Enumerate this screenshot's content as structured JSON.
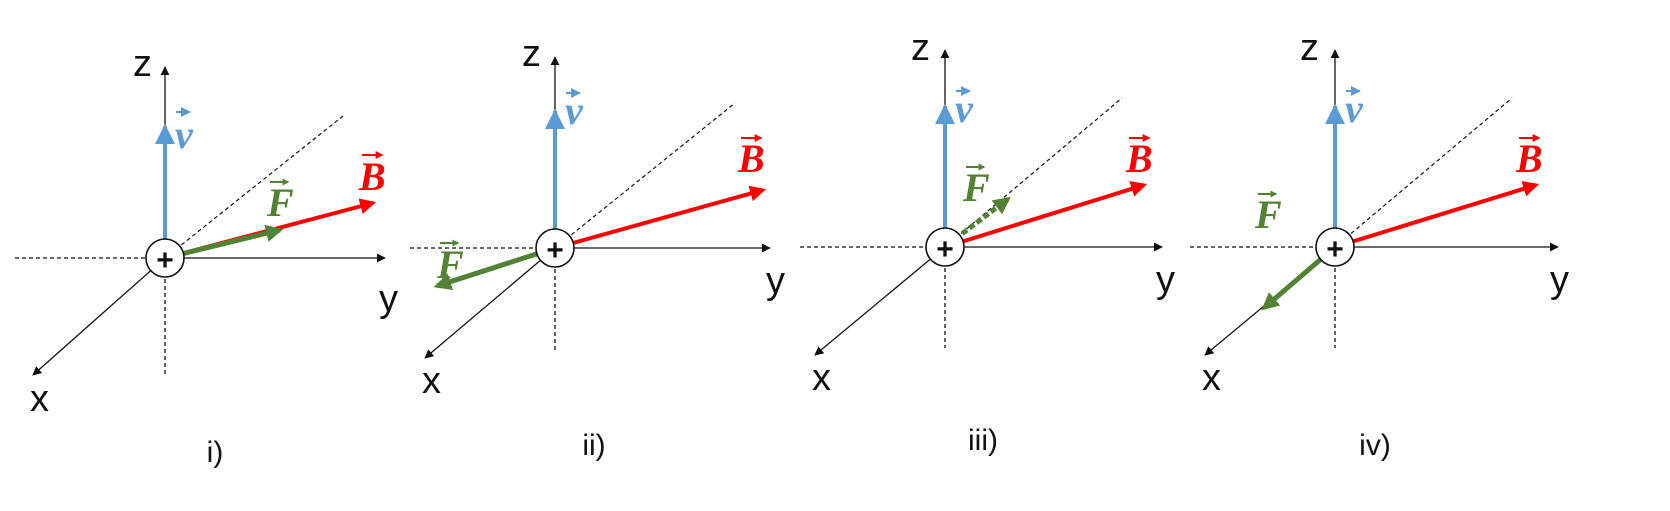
{
  "colors": {
    "axis": "#111111",
    "velocity": "#5b9bd5",
    "field": "#ff0000",
    "force": "#548235"
  },
  "axis_labels": {
    "x": "x",
    "y": "y",
    "z": "z"
  },
  "vector_labels": {
    "v": "v",
    "B": "B",
    "F": "F"
  },
  "charge_symbol": "+",
  "panels": [
    {
      "caption": "i)",
      "force_direction": "along-B"
    },
    {
      "caption": "ii)",
      "force_direction": "opposite-B"
    },
    {
      "caption": "iii)",
      "force_direction": "along-B"
    },
    {
      "caption": "iv)",
      "force_direction": "plus-x"
    }
  ]
}
